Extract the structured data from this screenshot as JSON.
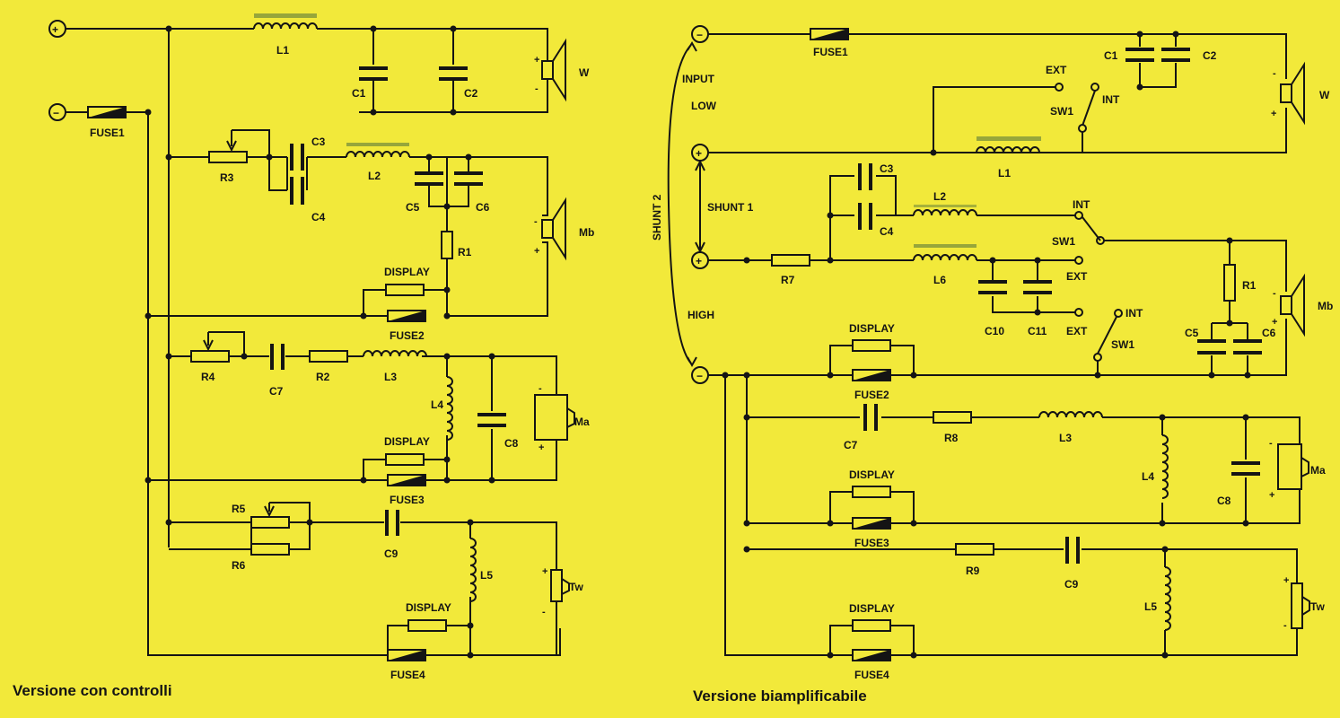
{
  "captions": {
    "left": "Versione con controlli",
    "right": "Versione biamplificabile"
  },
  "left": {
    "terminal_pos": "+",
    "terminal_neg": "−",
    "labels": {
      "L1": "L1",
      "L2": "L2",
      "L3": "L3",
      "L4": "L4",
      "L5": "L5",
      "C1": "C1",
      "C2": "C2",
      "C3": "C3",
      "C4": "C4",
      "C5": "C5",
      "C6": "C6",
      "C7": "C7",
      "C8": "C8",
      "C9": "C9",
      "R1": "R1",
      "R2": "R2",
      "R3": "R3",
      "R4": "R4",
      "R5": "R5",
      "R6": "R6",
      "FUSE1": "FUSE1",
      "FUSE2": "FUSE2",
      "FUSE3": "FUSE3",
      "FUSE4": "FUSE4",
      "DISPLAY": "DISPLAY",
      "W": "W",
      "Mb": "Mb",
      "Ma": "Ma",
      "Tw": "Tw",
      "plus": "+",
      "minus": "-"
    }
  },
  "right": {
    "labels": {
      "SHUNT2": "SHUNT 2",
      "SHUNT1": "SHUNT 1",
      "INPUT": "INPUT",
      "LOW": "LOW",
      "HIGH": "HIGH",
      "EXT": "EXT",
      "INT": "INT",
      "SW1": "SW1",
      "L1": "L1",
      "L2": "L2",
      "L3": "L3",
      "L4": "L4",
      "L5": "L5",
      "L6": "L6",
      "C1": "C1",
      "C2": "C2",
      "C3": "C3",
      "C4": "C4",
      "C5": "C5",
      "C6": "C6",
      "C7": "C7",
      "C8": "C8",
      "C9": "C9",
      "C10": "C10",
      "C11": "C11",
      "R1": "R1",
      "R7": "R7",
      "R8": "R8",
      "R9": "R9",
      "FUSE1": "FUSE1",
      "FUSE2": "FUSE2",
      "FUSE3": "FUSE3",
      "FUSE4": "FUSE4",
      "DISPLAY": "DISPLAY",
      "W": "W",
      "Mb": "Mb",
      "Ma": "Ma",
      "Tw": "Tw",
      "plus": "+",
      "minus": "-"
    }
  },
  "colors": {
    "background": "#f2e93a",
    "ink": "#141414"
  }
}
